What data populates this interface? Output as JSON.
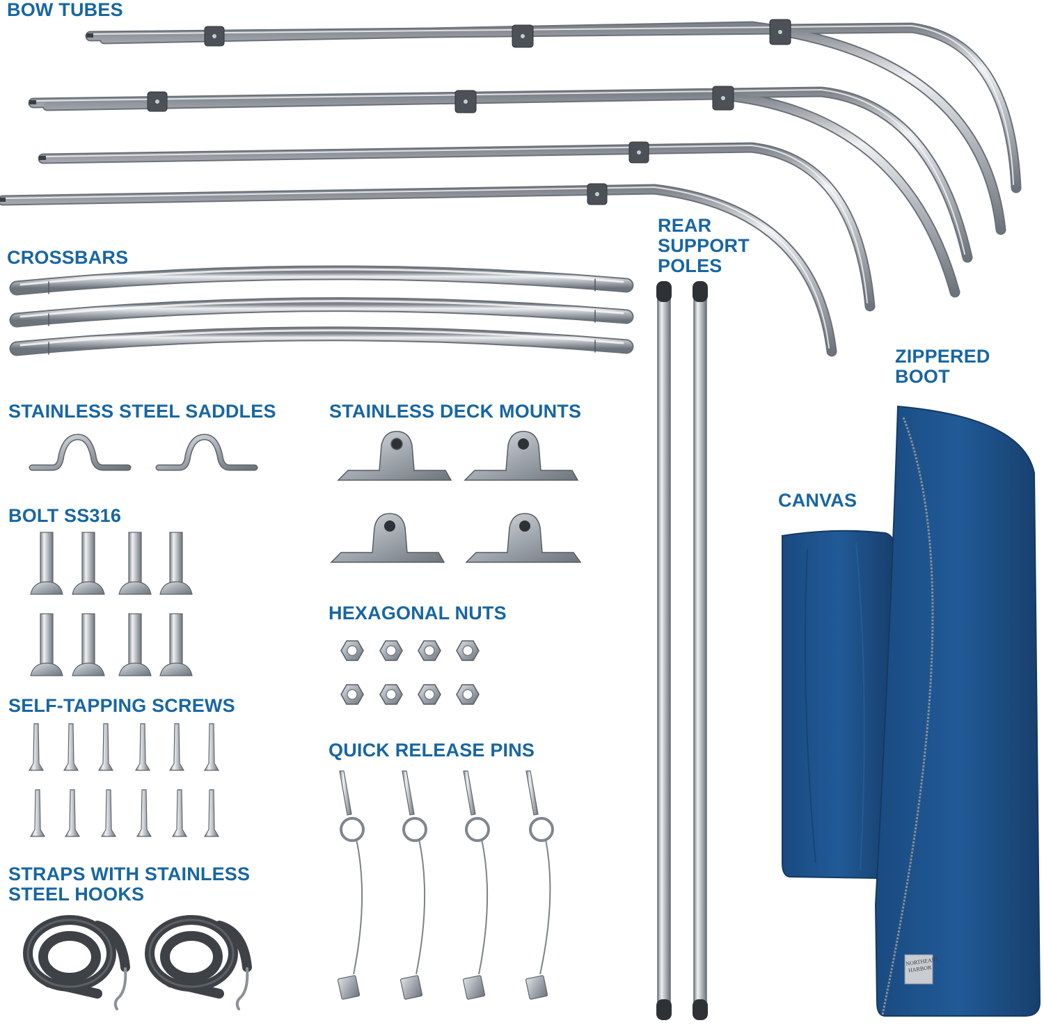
{
  "colors": {
    "label": "#1766a3",
    "canvas_blue": "#1b4d86",
    "metal": "#b9bec4",
    "metal_dark": "#6f757c",
    "fitting": "#555b61"
  },
  "labels": {
    "bow_tubes": "BOW TUBES",
    "crossbars": "CROSSBARS",
    "rear_support_poles": [
      "REAR",
      "SUPPORT",
      "POLES"
    ],
    "zippered_boot": [
      "ZIPPERED",
      "BOOT"
    ],
    "stainless_steel_saddles": "STAINLESS STEEL SADDLES",
    "stainless_deck_mounts": "STAINLESS DECK MOUNTS",
    "canvas": "CANVAS",
    "bolt_ss316": "BOLT SS316",
    "hexagonal_nuts": "HEXAGONAL NUTS",
    "self_tapping_screws": "SELF-TAPPING SCREWS",
    "quick_release_pins": "QUICK RELEASE PINS",
    "straps_with_stainless_steel_hooks": [
      "STRAPS WITH STAINLESS",
      "STEEL HOOKS"
    ]
  },
  "boot_tag": [
    "NORTHEAST",
    "HARBOR"
  ]
}
